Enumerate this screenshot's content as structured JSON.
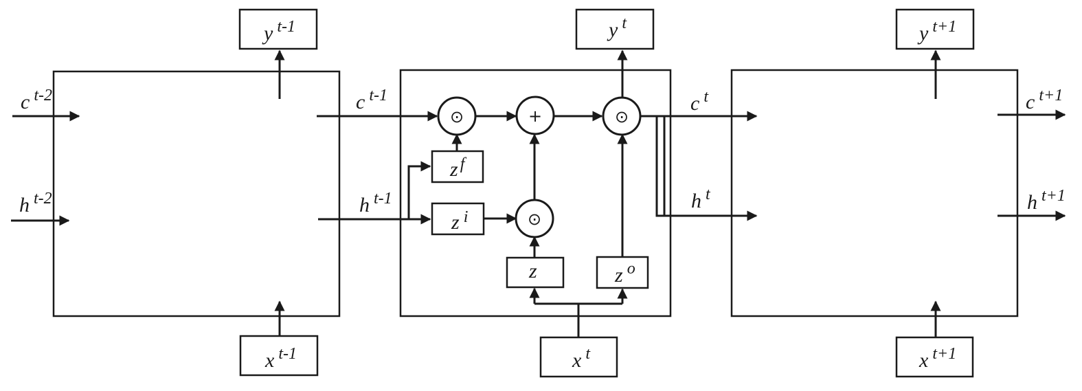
{
  "cells": {
    "prev": {
      "output_label": {
        "base": "y",
        "sup": "t-1"
      },
      "input_label": {
        "base": "x",
        "sup": "t-1"
      },
      "cell_in_label": {
        "base": "c",
        "sup": "t-2"
      },
      "hidden_in_label": {
        "base": "h",
        "sup": "t-2"
      }
    },
    "current": {
      "output_label": {
        "base": "y",
        "sup": "t"
      },
      "input_label": {
        "base": "x",
        "sup": "t"
      },
      "cell_in_label": {
        "base": "c",
        "sup": "t-1"
      },
      "hidden_in_label": {
        "base": "h",
        "sup": "t-1"
      },
      "gates": {
        "forget": {
          "base": "z",
          "sup": "f"
        },
        "input": {
          "base": "z",
          "sup": "i"
        },
        "candidate": {
          "base": "z",
          "sup": ""
        },
        "output": {
          "base": "z",
          "sup": "o"
        }
      },
      "ops": {
        "forget_mul": "⊙",
        "add": "+",
        "output_mul": "⊙",
        "input_mul": "⊙"
      }
    },
    "next": {
      "output_label": {
        "base": "y",
        "sup": "t+1"
      },
      "input_label": {
        "base": "x",
        "sup": "t+1"
      },
      "cell_in_label": {
        "base": "c",
        "sup": "t"
      },
      "hidden_in_label": {
        "base": "h",
        "sup": "t"
      },
      "cell_out_label": {
        "base": "c",
        "sup": "t+1"
      },
      "hidden_out_label": {
        "base": "h",
        "sup": "t+1"
      }
    }
  }
}
